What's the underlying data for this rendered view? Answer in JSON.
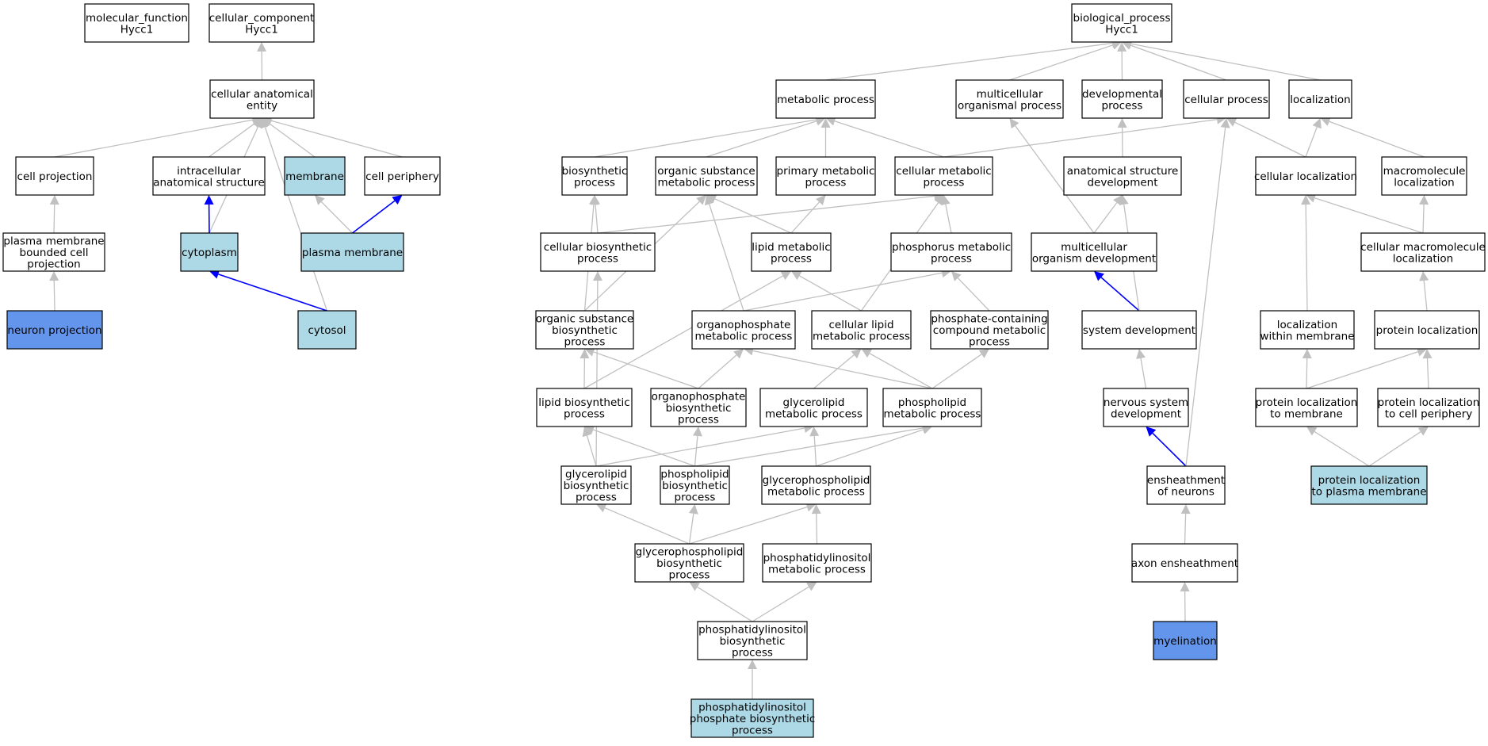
{
  "colors": {
    "white": "#ffffff",
    "light": "#add8e6",
    "dark": "#6495ed",
    "edge_gray": "#c0c0c0",
    "edge_blue": "#0000ff"
  },
  "nodes": [
    {
      "id": "molecular_function",
      "lines": [
        "molecular_function",
        "Hycc1"
      ],
      "fill": "white"
    },
    {
      "id": "cellular_component",
      "lines": [
        "cellular_component",
        "Hycc1"
      ],
      "fill": "white"
    },
    {
      "id": "cellular_anatomical_entity",
      "lines": [
        "cellular anatomical",
        "entity"
      ],
      "fill": "white"
    },
    {
      "id": "cell_projection",
      "lines": [
        "cell projection"
      ],
      "fill": "white"
    },
    {
      "id": "intracellular_anatomical_structure",
      "lines": [
        "intracellular",
        "anatomical structure"
      ],
      "fill": "white"
    },
    {
      "id": "membrane",
      "lines": [
        "membrane"
      ],
      "fill": "light"
    },
    {
      "id": "cell_periphery",
      "lines": [
        "cell periphery"
      ],
      "fill": "white"
    },
    {
      "id": "plasma_membrane_bounded_cell_projection",
      "lines": [
        "plasma membrane",
        "bounded cell",
        "projection"
      ],
      "fill": "white"
    },
    {
      "id": "cytoplasm",
      "lines": [
        "cytoplasm"
      ],
      "fill": "light"
    },
    {
      "id": "plasma_membrane",
      "lines": [
        "plasma membrane"
      ],
      "fill": "light"
    },
    {
      "id": "neuron_projection",
      "lines": [
        "neuron projection"
      ],
      "fill": "dark"
    },
    {
      "id": "cytosol",
      "lines": [
        "cytosol"
      ],
      "fill": "light"
    },
    {
      "id": "biological_process",
      "lines": [
        "biological_process",
        "Hycc1"
      ],
      "fill": "white"
    },
    {
      "id": "metabolic_process",
      "lines": [
        "metabolic process"
      ],
      "fill": "white"
    },
    {
      "id": "multicellular_organismal_process",
      "lines": [
        "multicellular",
        "organismal process"
      ],
      "fill": "white"
    },
    {
      "id": "developmental_process",
      "lines": [
        "developmental",
        "process"
      ],
      "fill": "white"
    },
    {
      "id": "cellular_process",
      "lines": [
        "cellular process"
      ],
      "fill": "white"
    },
    {
      "id": "localization",
      "lines": [
        "localization"
      ],
      "fill": "white"
    },
    {
      "id": "biosynthetic_process",
      "lines": [
        "biosynthetic",
        "process"
      ],
      "fill": "white"
    },
    {
      "id": "organic_substance_metabolic_process",
      "lines": [
        "organic substance",
        "metabolic process"
      ],
      "fill": "white"
    },
    {
      "id": "primary_metabolic_process",
      "lines": [
        "primary metabolic",
        "process"
      ],
      "fill": "white"
    },
    {
      "id": "cellular_metabolic_process",
      "lines": [
        "cellular metabolic",
        "process"
      ],
      "fill": "white"
    },
    {
      "id": "anatomical_structure_development",
      "lines": [
        "anatomical structure",
        "development"
      ],
      "fill": "white"
    },
    {
      "id": "cellular_localization",
      "lines": [
        "cellular localization"
      ],
      "fill": "white"
    },
    {
      "id": "macromolecule_localization",
      "lines": [
        "macromolecule",
        "localization"
      ],
      "fill": "white"
    },
    {
      "id": "cellular_biosynthetic_process",
      "lines": [
        "cellular biosynthetic",
        "process"
      ],
      "fill": "white"
    },
    {
      "id": "lipid_metabolic_process",
      "lines": [
        "lipid metabolic",
        "process"
      ],
      "fill": "white"
    },
    {
      "id": "phosphorus_metabolic_process",
      "lines": [
        "phosphorus metabolic",
        "process"
      ],
      "fill": "white"
    },
    {
      "id": "multicellular_organism_development",
      "lines": [
        "multicellular",
        "organism development"
      ],
      "fill": "white"
    },
    {
      "id": "cellular_macromolecule_localization",
      "lines": [
        "cellular macromolecule",
        "localization"
      ],
      "fill": "white"
    },
    {
      "id": "organic_substance_biosynthetic_process",
      "lines": [
        "organic substance",
        "biosynthetic",
        "process"
      ],
      "fill": "white"
    },
    {
      "id": "organophosphate_metabolic_process",
      "lines": [
        "organophosphate",
        "metabolic process"
      ],
      "fill": "white"
    },
    {
      "id": "cellular_lipid_metabolic_process",
      "lines": [
        "cellular lipid",
        "metabolic process"
      ],
      "fill": "white"
    },
    {
      "id": "phosphate_containing_compound_metabolic_process",
      "lines": [
        "phosphate-containing",
        "compound metabolic",
        "process"
      ],
      "fill": "white"
    },
    {
      "id": "system_development",
      "lines": [
        "system development"
      ],
      "fill": "white"
    },
    {
      "id": "localization_within_membrane",
      "lines": [
        "localization",
        "within membrane"
      ],
      "fill": "white"
    },
    {
      "id": "protein_localization",
      "lines": [
        "protein localization"
      ],
      "fill": "white"
    },
    {
      "id": "lipid_biosynthetic_process",
      "lines": [
        "lipid biosynthetic",
        "process"
      ],
      "fill": "white"
    },
    {
      "id": "organophosphate_biosynthetic_process",
      "lines": [
        "organophosphate",
        "biosynthetic",
        "process"
      ],
      "fill": "white"
    },
    {
      "id": "glycerolipid_metabolic_process",
      "lines": [
        "glycerolipid",
        "metabolic process"
      ],
      "fill": "white"
    },
    {
      "id": "phospholipid_metabolic_process",
      "lines": [
        "phospholipid",
        "metabolic process"
      ],
      "fill": "white"
    },
    {
      "id": "nervous_system_development",
      "lines": [
        "nervous system",
        "development"
      ],
      "fill": "white"
    },
    {
      "id": "protein_localization_to_membrane",
      "lines": [
        "protein localization",
        "to membrane"
      ],
      "fill": "white"
    },
    {
      "id": "protein_localization_to_cell_periphery",
      "lines": [
        "protein localization",
        "to cell periphery"
      ],
      "fill": "white"
    },
    {
      "id": "glycerolipid_biosynthetic_process",
      "lines": [
        "glycerolipid",
        "biosynthetic",
        "process"
      ],
      "fill": "white"
    },
    {
      "id": "phospholipid_biosynthetic_process",
      "lines": [
        "phospholipid",
        "biosynthetic",
        "process"
      ],
      "fill": "white"
    },
    {
      "id": "glycerophospholipid_metabolic_process",
      "lines": [
        "glycerophospholipid",
        "metabolic process"
      ],
      "fill": "white"
    },
    {
      "id": "ensheathment_of_neurons",
      "lines": [
        "ensheathment",
        "of neurons"
      ],
      "fill": "white"
    },
    {
      "id": "protein_localization_to_plasma_membrane",
      "lines": [
        "protein localization",
        "to plasma membrane"
      ],
      "fill": "light"
    },
    {
      "id": "glycerophospholipid_biosynthetic_process",
      "lines": [
        "glycerophospholipid",
        "biosynthetic",
        "process"
      ],
      "fill": "white"
    },
    {
      "id": "phosphatidylinositol_metabolic_process",
      "lines": [
        "phosphatidylinositol",
        "metabolic process"
      ],
      "fill": "white"
    },
    {
      "id": "axon_ensheathment",
      "lines": [
        "axon ensheathment"
      ],
      "fill": "white"
    },
    {
      "id": "phosphatidylinositol_biosynthetic_process",
      "lines": [
        "phosphatidylinositol",
        "biosynthetic",
        "process"
      ],
      "fill": "white"
    },
    {
      "id": "myelination",
      "lines": [
        "myelination"
      ],
      "fill": "dark"
    },
    {
      "id": "phosphatidylinositol_phosphate_biosynthetic_process",
      "lines": [
        "phosphatidylinositol",
        "phosphate biosynthetic",
        "process"
      ],
      "fill": "light"
    }
  ],
  "edges": [
    {
      "from": "cellular_anatomical_entity",
      "to": "cellular_component",
      "color": "edge_gray"
    },
    {
      "from": "cell_projection",
      "to": "cellular_anatomical_entity",
      "color": "edge_gray"
    },
    {
      "from": "intracellular_anatomical_structure",
      "to": "cellular_anatomical_entity",
      "color": "edge_gray"
    },
    {
      "from": "membrane",
      "to": "cellular_anatomical_entity",
      "color": "edge_gray"
    },
    {
      "from": "cell_periphery",
      "to": "cellular_anatomical_entity",
      "color": "edge_gray"
    },
    {
      "from": "cytoplasm",
      "to": "cellular_anatomical_entity",
      "color": "edge_gray"
    },
    {
      "from": "cytosol",
      "to": "cellular_anatomical_entity",
      "color": "edge_gray"
    },
    {
      "from": "plasma_membrane_bounded_cell_projection",
      "to": "cell_projection",
      "color": "edge_gray"
    },
    {
      "from": "neuron_projection",
      "to": "plasma_membrane_bounded_cell_projection",
      "color": "edge_gray"
    },
    {
      "from": "cytoplasm",
      "to": "intracellular_anatomical_structure",
      "color": "edge_blue"
    },
    {
      "from": "plasma_membrane",
      "to": "membrane",
      "color": "edge_gray"
    },
    {
      "from": "plasma_membrane",
      "to": "cell_periphery",
      "color": "edge_blue"
    },
    {
      "from": "cytosol",
      "to": "cytoplasm",
      "color": "edge_blue"
    },
    {
      "from": "metabolic_process",
      "to": "biological_process",
      "color": "edge_gray"
    },
    {
      "from": "multicellular_organismal_process",
      "to": "biological_process",
      "color": "edge_gray"
    },
    {
      "from": "developmental_process",
      "to": "biological_process",
      "color": "edge_gray"
    },
    {
      "from": "cellular_process",
      "to": "biological_process",
      "color": "edge_gray"
    },
    {
      "from": "localization",
      "to": "biological_process",
      "color": "edge_gray"
    },
    {
      "from": "biosynthetic_process",
      "to": "metabolic_process",
      "color": "edge_gray"
    },
    {
      "from": "organic_substance_metabolic_process",
      "to": "metabolic_process",
      "color": "edge_gray"
    },
    {
      "from": "primary_metabolic_process",
      "to": "metabolic_process",
      "color": "edge_gray"
    },
    {
      "from": "cellular_metabolic_process",
      "to": "metabolic_process",
      "color": "edge_gray"
    },
    {
      "from": "cellular_metabolic_process",
      "to": "cellular_process",
      "color": "edge_gray"
    },
    {
      "from": "anatomical_structure_development",
      "to": "developmental_process",
      "color": "edge_gray"
    },
    {
      "from": "cellular_localization",
      "to": "cellular_process",
      "color": "edge_gray"
    },
    {
      "from": "cellular_localization",
      "to": "localization",
      "color": "edge_gray"
    },
    {
      "from": "macromolecule_localization",
      "to": "localization",
      "color": "edge_gray"
    },
    {
      "from": "cellular_biosynthetic_process",
      "to": "biosynthetic_process",
      "color": "edge_gray"
    },
    {
      "from": "cellular_biosynthetic_process",
      "to": "cellular_metabolic_process",
      "color": "edge_gray"
    },
    {
      "from": "lipid_metabolic_process",
      "to": "organic_substance_metabolic_process",
      "color": "edge_gray"
    },
    {
      "from": "lipid_metabolic_process",
      "to": "primary_metabolic_process",
      "color": "edge_gray"
    },
    {
      "from": "phosphorus_metabolic_process",
      "to": "cellular_metabolic_process",
      "color": "edge_gray"
    },
    {
      "from": "multicellular_organism_development",
      "to": "multicellular_organismal_process",
      "color": "edge_gray"
    },
    {
      "from": "multicellular_organism_development",
      "to": "anatomical_structure_development",
      "color": "edge_gray"
    },
    {
      "from": "cellular_macromolecule_localization",
      "to": "cellular_localization",
      "color": "edge_gray"
    },
    {
      "from": "cellular_macromolecule_localization",
      "to": "macromolecule_localization",
      "color": "edge_gray"
    },
    {
      "from": "organic_substance_biosynthetic_process",
      "to": "biosynthetic_process",
      "color": "edge_gray"
    },
    {
      "from": "organic_substance_biosynthetic_process",
      "to": "organic_substance_metabolic_process",
      "color": "edge_gray"
    },
    {
      "from": "organophosphate_metabolic_process",
      "to": "organic_substance_metabolic_process",
      "color": "edge_gray"
    },
    {
      "from": "organophosphate_metabolic_process",
      "to": "phosphorus_metabolic_process",
      "color": "edge_gray"
    },
    {
      "from": "cellular_lipid_metabolic_process",
      "to": "lipid_metabolic_process",
      "color": "edge_gray"
    },
    {
      "from": "cellular_lipid_metabolic_process",
      "to": "cellular_metabolic_process",
      "color": "edge_gray"
    },
    {
      "from": "phosphate_containing_compound_metabolic_process",
      "to": "phosphorus_metabolic_process",
      "color": "edge_gray"
    },
    {
      "from": "system_development",
      "to": "multicellular_organism_development",
      "color": "edge_blue"
    },
    {
      "from": "system_development",
      "to": "anatomical_structure_development",
      "color": "edge_gray"
    },
    {
      "from": "localization_within_membrane",
      "to": "cellular_localization",
      "color": "edge_gray"
    },
    {
      "from": "protein_localization",
      "to": "cellular_macromolecule_localization",
      "color": "edge_gray"
    },
    {
      "from": "lipid_biosynthetic_process",
      "to": "organic_substance_biosynthetic_process",
      "color": "edge_gray"
    },
    {
      "from": "lipid_biosynthetic_process",
      "to": "lipid_metabolic_process",
      "color": "edge_gray"
    },
    {
      "from": "organophosphate_biosynthetic_process",
      "to": "organic_substance_biosynthetic_process",
      "color": "edge_gray"
    },
    {
      "from": "organophosphate_biosynthetic_process",
      "to": "organophosphate_metabolic_process",
      "color": "edge_gray"
    },
    {
      "from": "glycerolipid_metabolic_process",
      "to": "cellular_lipid_metabolic_process",
      "color": "edge_gray"
    },
    {
      "from": "phospholipid_metabolic_process",
      "to": "organophosphate_metabolic_process",
      "color": "edge_gray"
    },
    {
      "from": "phospholipid_metabolic_process",
      "to": "cellular_lipid_metabolic_process",
      "color": "edge_gray"
    },
    {
      "from": "phospholipid_metabolic_process",
      "to": "phosphate_containing_compound_metabolic_process",
      "color": "edge_gray"
    },
    {
      "from": "nervous_system_development",
      "to": "system_development",
      "color": "edge_gray"
    },
    {
      "from": "protein_localization_to_membrane",
      "to": "localization_within_membrane",
      "color": "edge_gray"
    },
    {
      "from": "protein_localization_to_membrane",
      "to": "protein_localization",
      "color": "edge_gray"
    },
    {
      "from": "protein_localization_to_cell_periphery",
      "to": "protein_localization",
      "color": "edge_gray"
    },
    {
      "from": "glycerolipid_biosynthetic_process",
      "to": "cellular_biosynthetic_process",
      "color": "edge_gray"
    },
    {
      "from": "glycerolipid_biosynthetic_process",
      "to": "lipid_biosynthetic_process",
      "color": "edge_gray"
    },
    {
      "from": "glycerolipid_biosynthetic_process",
      "to": "glycerolipid_metabolic_process",
      "color": "edge_gray"
    },
    {
      "from": "phospholipid_biosynthetic_process",
      "to": "lipid_biosynthetic_process",
      "color": "edge_gray"
    },
    {
      "from": "phospholipid_biosynthetic_process",
      "to": "organophosphate_biosynthetic_process",
      "color": "edge_gray"
    },
    {
      "from": "phospholipid_biosynthetic_process",
      "to": "phospholipid_metabolic_process",
      "color": "edge_gray"
    },
    {
      "from": "glycerophospholipid_metabolic_process",
      "to": "glycerolipid_metabolic_process",
      "color": "edge_gray"
    },
    {
      "from": "glycerophospholipid_metabolic_process",
      "to": "phospholipid_metabolic_process",
      "color": "edge_gray"
    },
    {
      "from": "ensheathment_of_neurons",
      "to": "nervous_system_development",
      "color": "edge_blue"
    },
    {
      "from": "ensheathment_of_neurons",
      "to": "cellular_process",
      "color": "edge_gray"
    },
    {
      "from": "protein_localization_to_plasma_membrane",
      "to": "protein_localization_to_membrane",
      "color": "edge_gray"
    },
    {
      "from": "protein_localization_to_plasma_membrane",
      "to": "protein_localization_to_cell_periphery",
      "color": "edge_gray"
    },
    {
      "from": "glycerophospholipid_biosynthetic_process",
      "to": "glycerolipid_biosynthetic_process",
      "color": "edge_gray"
    },
    {
      "from": "glycerophospholipid_biosynthetic_process",
      "to": "phospholipid_biosynthetic_process",
      "color": "edge_gray"
    },
    {
      "from": "glycerophospholipid_biosynthetic_process",
      "to": "glycerophospholipid_metabolic_process",
      "color": "edge_gray"
    },
    {
      "from": "phosphatidylinositol_metabolic_process",
      "to": "glycerophospholipid_metabolic_process",
      "color": "edge_gray"
    },
    {
      "from": "axon_ensheathment",
      "to": "ensheathment_of_neurons",
      "color": "edge_gray"
    },
    {
      "from": "phosphatidylinositol_biosynthetic_process",
      "to": "glycerophospholipid_biosynthetic_process",
      "color": "edge_gray"
    },
    {
      "from": "phosphatidylinositol_biosynthetic_process",
      "to": "phosphatidylinositol_metabolic_process",
      "color": "edge_gray"
    },
    {
      "from": "myelination",
      "to": "axon_ensheathment",
      "color": "edge_gray"
    },
    {
      "from": "phosphatidylinositol_phosphate_biosynthetic_process",
      "to": "phosphatidylinositol_biosynthetic_process",
      "color": "edge_gray"
    }
  ]
}
